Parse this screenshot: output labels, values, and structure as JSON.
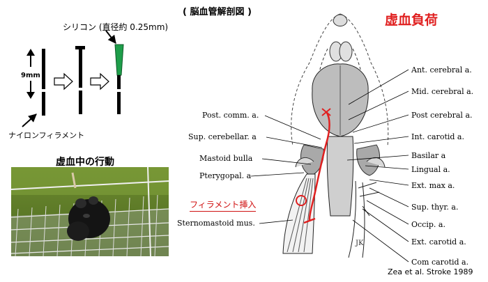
{
  "title": "( 脳血管解剖図 )",
  "load_title": "虚血負荷",
  "filament": {
    "silicone_label": "シリコン (直径約 0.25mm)",
    "length_label": "9mm",
    "nylon_label": "ナイロンフィラメント"
  },
  "behavior_title": "虚血中の行動",
  "insert_label": "フィラメント挿入",
  "citation": "Zea et al. Stroke 1989",
  "colors": {
    "accent_red": "#e02020",
    "silicone_green": "#1e9e4a"
  },
  "anatomy_labels": {
    "right": [
      "Ant. cerebral a.",
      "Mid. cerebral a.",
      "Post cerebral a.",
      "Int. carotid a.",
      "Basilar a",
      "Lingual a.",
      "Ext. max a.",
      "Sup. thyr. a.",
      "Occip. a.",
      "Ext. carotid a.",
      "Com carotid a."
    ],
    "left": [
      "Post. comm. a.",
      "Sup. cerebellar. a",
      "Mastoid bulla",
      "Pterygopal. a",
      "Sternomastoid mus."
    ]
  },
  "signature": "JK"
}
